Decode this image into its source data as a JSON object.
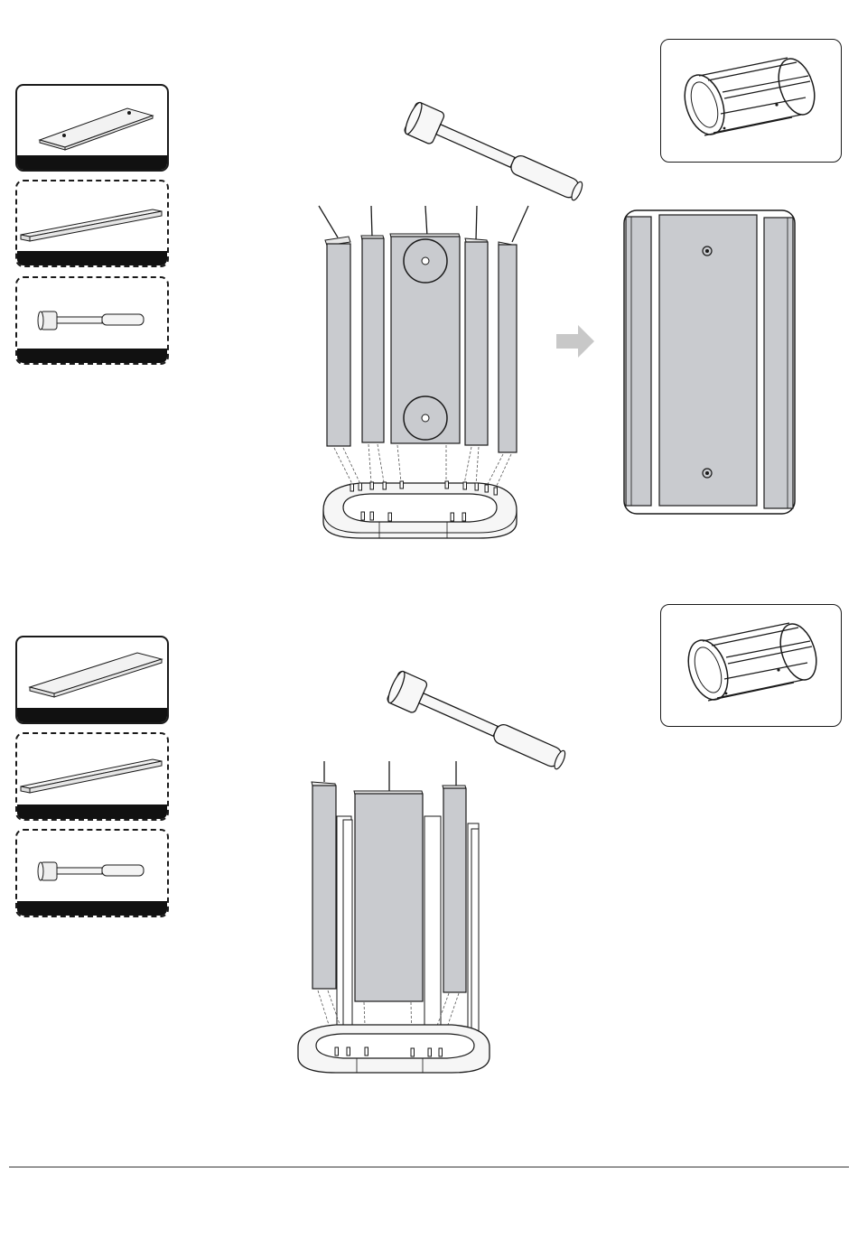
{
  "step1": {
    "parts": [
      {
        "icon": "flat-panel-with-holes-icon",
        "quantity": "",
        "frame": "solid"
      },
      {
        "icon": "long-slat-icon",
        "quantity": "",
        "frame": "dashed"
      },
      {
        "icon": "rubber-mallet-icon",
        "quantity": "",
        "frame": "dashed"
      }
    ],
    "tool": "rubber-mallet-icon",
    "result_preview": "barrel-frame-assembly-icon"
  },
  "step2": {
    "parts": [
      {
        "icon": "wide-panel-icon",
        "quantity": "",
        "frame": "solid"
      },
      {
        "icon": "long-slat-icon",
        "quantity": "",
        "frame": "dashed"
      },
      {
        "icon": "rubber-mallet-icon",
        "quantity": "",
        "frame": "dashed"
      }
    ],
    "tool": "rubber-mallet-icon",
    "result_preview": "barrel-frame-assembly-icon"
  },
  "colors": {
    "panel_fill": "#c9cbcf",
    "line": "#1a1a1a",
    "arrow": "#c8c8c8"
  }
}
